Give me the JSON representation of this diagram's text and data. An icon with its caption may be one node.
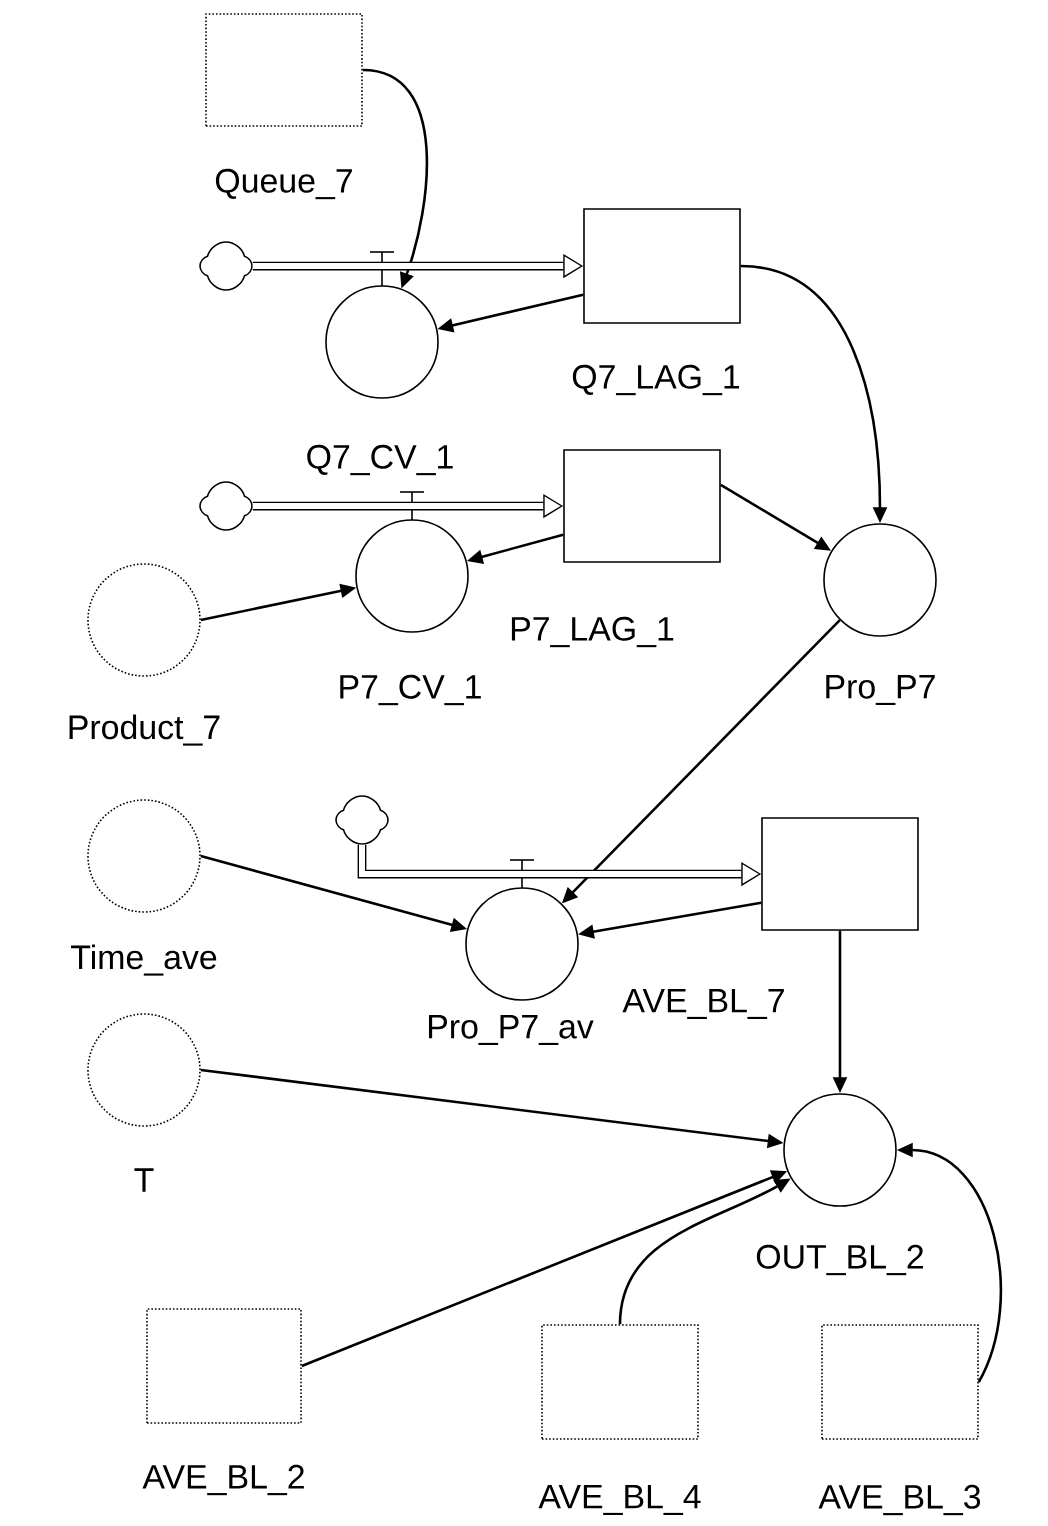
{
  "diagram": {
    "nodes": [
      {
        "text": [
          "Queue_7"
        ]
      },
      {
        "text": [],
        "shape": "cloud"
      },
      {
        "text": [
          "Q7_CV_1"
        ]
      },
      {
        "text": [
          "Q7_LAG_1"
        ]
      },
      {
        "text": [],
        "shape": "cloud"
      },
      {
        "text": [
          "P7_CV_1"
        ]
      },
      {
        "text": [
          "P7_LAG_1"
        ]
      },
      {
        "text": [
          "Product_7"
        ]
      },
      {
        "text": [
          "Pro_P7"
        ]
      },
      {
        "text": [
          "Time_ave"
        ]
      },
      {
        "text": [],
        "shape": "cloud"
      },
      {
        "text": [
          "Pro_P7_av"
        ]
      },
      {
        "text": [
          "AVE_BL_7"
        ]
      },
      {
        "text": [
          "T"
        ]
      },
      {
        "text": [
          "OUT_BL_2"
        ]
      },
      {
        "text": [
          "AVE_BL_2"
        ]
      },
      {
        "text": [
          "AVE_BL_4"
        ]
      },
      {
        "text": [
          "AVE_BL_3"
        ]
      }
    ],
    "edges": [
      {
        "from": 0,
        "to": 2,
        "arrow": "to"
      },
      {
        "from": 3,
        "to": 2,
        "arrow": "to"
      },
      {
        "from": 1,
        "to": 3,
        "arrow": "to",
        "style": "thick"
      },
      {
        "from": 3,
        "to": 8,
        "arrow": "to"
      },
      {
        "from": 4,
        "to": 6,
        "arrow": "to",
        "style": "thick"
      },
      {
        "from": 6,
        "to": 5,
        "arrow": "to"
      },
      {
        "from": 7,
        "to": 5,
        "arrow": "to"
      },
      {
        "from": 6,
        "to": 8,
        "arrow": "to"
      },
      {
        "from": 8,
        "to": 11,
        "arrow": "to"
      },
      {
        "from": 10,
        "to": 12,
        "arrow": "to",
        "style": "thick"
      },
      {
        "from": 9,
        "to": 11,
        "arrow": "to"
      },
      {
        "from": 12,
        "to": 11,
        "arrow": "to"
      },
      {
        "from": 12,
        "to": 14,
        "arrow": "to"
      },
      {
        "from": 13,
        "to": 14,
        "arrow": "to"
      },
      {
        "from": 15,
        "to": 14,
        "arrow": "to"
      },
      {
        "from": 16,
        "to": 14,
        "arrow": "to"
      },
      {
        "from": 17,
        "to": 14,
        "arrow": "to"
      }
    ]
  }
}
